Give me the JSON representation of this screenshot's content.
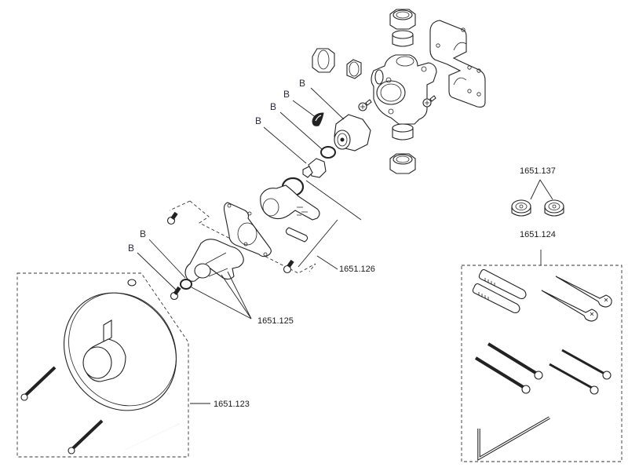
{
  "diagram": {
    "type": "exploded-parts-view",
    "subject": "concealed thermostatic shower mixer valve",
    "callout_letter": "B",
    "callouts": {
      "b1": "B",
      "b2": "B",
      "b3": "B",
      "b4": "B",
      "b5": "B",
      "b6": "B"
    },
    "part_numbers": {
      "trim_set": "1651.123",
      "handle_adapter": "1651.125",
      "mounting_plate_kit": "1651.126",
      "check_valves": "1651.137",
      "fixing_kit": "1651.124"
    },
    "colors": {
      "line": "#222222",
      "callout_text": "#2b2b3a",
      "background": "#ffffff"
    }
  }
}
